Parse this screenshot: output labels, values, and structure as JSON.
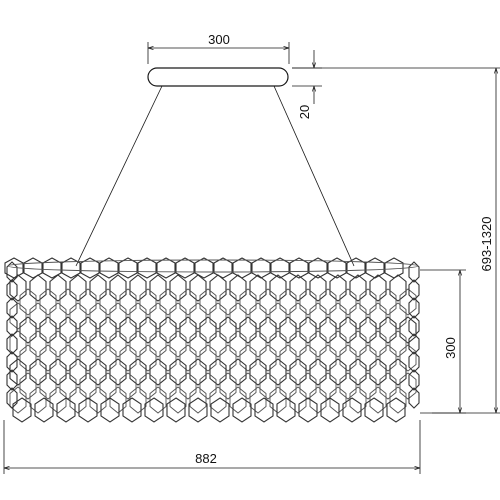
{
  "dimensions": {
    "canopy_width": "300",
    "canopy_height": "20",
    "overall_height": "693-1320",
    "shade_height": "300",
    "shade_width": "882"
  }
}
